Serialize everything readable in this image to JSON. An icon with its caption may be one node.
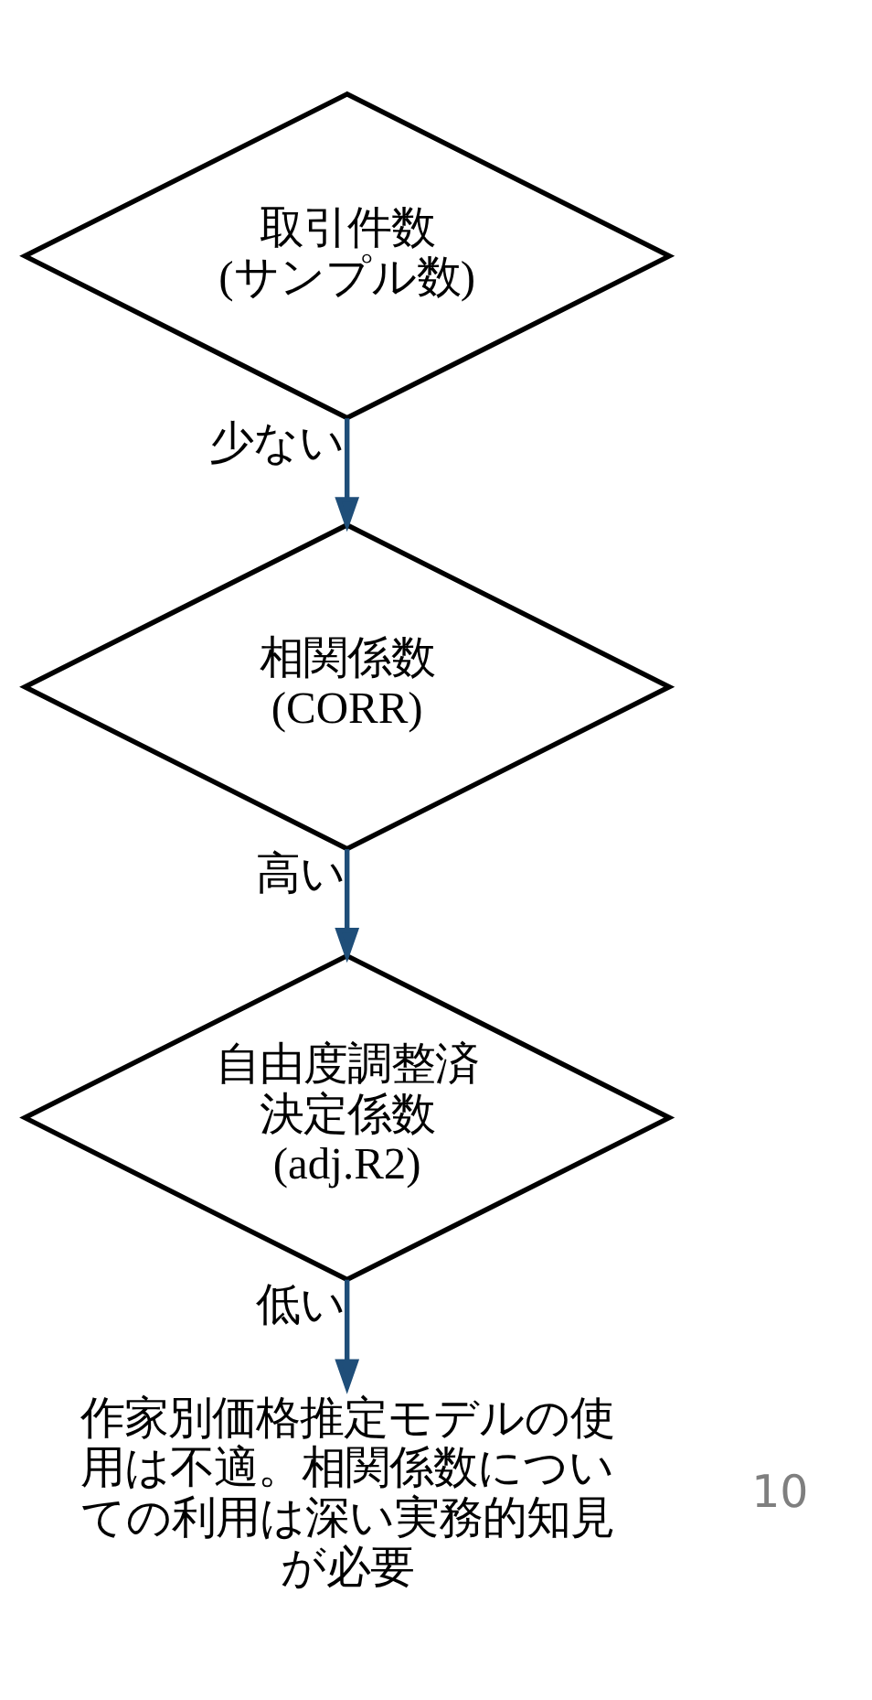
{
  "diagram": {
    "nodes": [
      {
        "text": [
          "取引件数",
          "(サンプル数)"
        ]
      },
      {
        "text": [
          "相関係数",
          "(CORR)"
        ]
      },
      {
        "text": [
          "自由度調整済決定係数",
          "(adj.R2)"
        ]
      },
      {
        "text": [
          "作家別価格推定モデルの使用は不適。相関係数についての利用は深い実務的知見が必要"
        ]
      }
    ],
    "edges": [
      {
        "from": 0,
        "to": 1,
        "arrow": "to",
        "label": "少ない"
      },
      {
        "from": 1,
        "to": 2,
        "arrow": "to",
        "label": "高い"
      },
      {
        "from": 2,
        "to": 3,
        "arrow": "to",
        "label": "低い"
      }
    ],
    "labels": [
      "10"
    ]
  }
}
